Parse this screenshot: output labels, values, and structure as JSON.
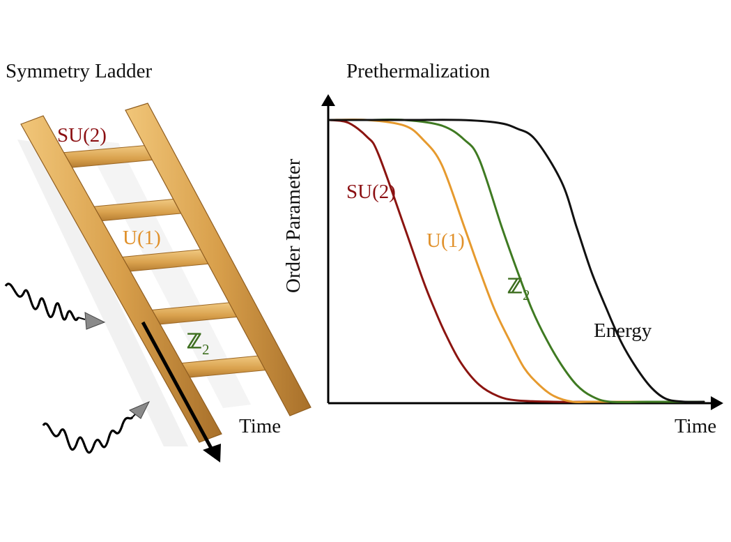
{
  "ladder_panel": {
    "title": "Symmetry Ladder",
    "rung_labels": [
      {
        "base": "SU(2)",
        "sub": "",
        "color": "#8b0f12"
      },
      {
        "base": "U(1)",
        "sub": "",
        "color": "#e0902a"
      },
      {
        "base": "ℤ",
        "sub": "2",
        "color": "#3d6e1f"
      }
    ],
    "time_label": "Time",
    "colors": {
      "wood_light": "#e9b867",
      "wood_mid": "#d29a44",
      "wood_dark": "#a86d25",
      "shadow": "#ececec"
    }
  },
  "chart_panel": {
    "title": "Prethermalization",
    "ylabel": "Order Parameter",
    "xlabel": "Time"
  },
  "chart_data": {
    "type": "line",
    "title": "Prethermalization",
    "xlabel": "Time",
    "ylabel": "Order Parameter",
    "xlim": [
      0,
      1
    ],
    "ylim": [
      0,
      1
    ],
    "grid": false,
    "series": [
      {
        "name": "SU(2)",
        "color": "#8b1410",
        "x": [
          0.0,
          0.05,
          0.1,
          0.13,
          0.2,
          0.25,
          0.28,
          0.31,
          0.35,
          0.4,
          0.45,
          0.5,
          0.6,
          0.7,
          0.85,
          1.0
        ],
        "y": [
          1.0,
          0.99,
          0.94,
          0.88,
          0.62,
          0.43,
          0.33,
          0.24,
          0.14,
          0.06,
          0.02,
          0.005,
          0.0,
          0.0,
          0.0,
          0.0
        ]
      },
      {
        "name": "U(1)",
        "color": "#e69a2e",
        "x": [
          0.0,
          0.1,
          0.2,
          0.25,
          0.3,
          0.36,
          0.4,
          0.44,
          0.48,
          0.52,
          0.56,
          0.6,
          0.65,
          0.7,
          0.85,
          1.0
        ],
        "y": [
          1.0,
          1.0,
          0.98,
          0.93,
          0.84,
          0.62,
          0.47,
          0.33,
          0.22,
          0.12,
          0.06,
          0.02,
          0.0,
          0.0,
          0.0,
          0.0
        ]
      },
      {
        "name": "ℤ₂",
        "color": "#3f7a22",
        "x": [
          0.0,
          0.1,
          0.2,
          0.3,
          0.36,
          0.4,
          0.46,
          0.5,
          0.54,
          0.58,
          0.62,
          0.66,
          0.7,
          0.75,
          0.85,
          1.0
        ],
        "y": [
          1.0,
          1.0,
          1.0,
          0.98,
          0.93,
          0.86,
          0.62,
          0.47,
          0.33,
          0.22,
          0.13,
          0.06,
          0.02,
          0.0,
          0.0,
          0.0
        ]
      },
      {
        "name": "Energy",
        "color": "#111111",
        "x": [
          0.0,
          0.2,
          0.35,
          0.45,
          0.5,
          0.55,
          0.62,
          0.66,
          0.7,
          0.74,
          0.78,
          0.82,
          0.86,
          0.9,
          0.95,
          1.0
        ],
        "y": [
          1.0,
          1.0,
          1.0,
          0.99,
          0.97,
          0.93,
          0.78,
          0.62,
          0.46,
          0.33,
          0.21,
          0.12,
          0.05,
          0.01,
          0.0,
          0.0
        ]
      }
    ],
    "annotations": [
      {
        "text": "SU(2)",
        "color": "#8b0f12"
      },
      {
        "text": "U(1)",
        "color": "#e0902a"
      },
      {
        "text": "ℤ",
        "sub": "2",
        "color": "#3d6e1f"
      },
      {
        "text": "Energy",
        "color": "#111111"
      }
    ]
  }
}
